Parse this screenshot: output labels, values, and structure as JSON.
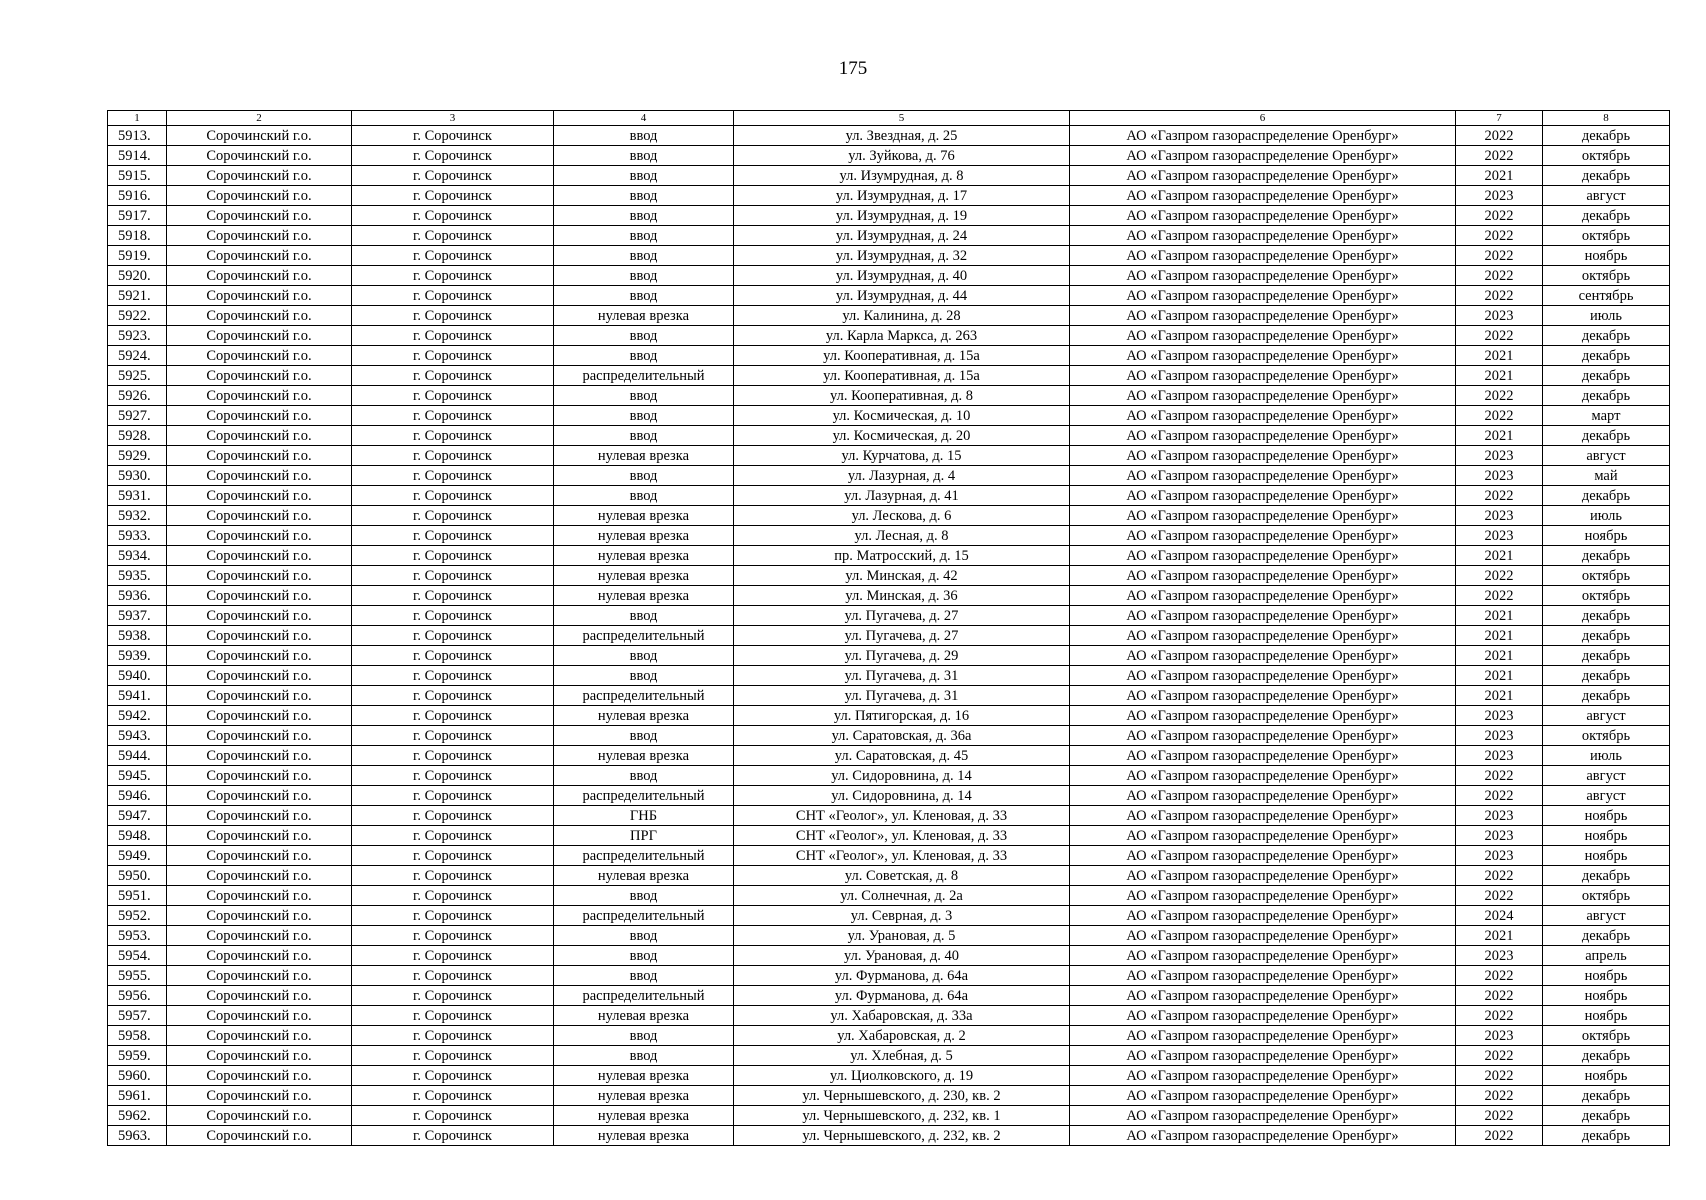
{
  "page_number": "175",
  "column_headers": [
    "1",
    "2",
    "3",
    "4",
    "5",
    "6",
    "7",
    "8"
  ],
  "rows": [
    [
      "5913.",
      "Сорочинский г.о.",
      "г. Сорочинск",
      "ввод",
      "ул. Звездная, д. 25",
      "АО «Газпром газораспределение Оренбург»",
      "2022",
      "декабрь"
    ],
    [
      "5914.",
      "Сорочинский г.о.",
      "г. Сорочинск",
      "ввод",
      "ул. Зуйкова, д. 76",
      "АО «Газпром газораспределение Оренбург»",
      "2022",
      "октябрь"
    ],
    [
      "5915.",
      "Сорочинский г.о.",
      "г. Сорочинск",
      "ввод",
      "ул. Изумрудная, д. 8",
      "АО «Газпром газораспределение Оренбург»",
      "2021",
      "декабрь"
    ],
    [
      "5916.",
      "Сорочинский г.о.",
      "г. Сорочинск",
      "ввод",
      "ул. Изумрудная, д. 17",
      "АО «Газпром газораспределение Оренбург»",
      "2023",
      "август"
    ],
    [
      "5917.",
      "Сорочинский г.о.",
      "г. Сорочинск",
      "ввод",
      "ул. Изумрудная, д. 19",
      "АО «Газпром газораспределение Оренбург»",
      "2022",
      "декабрь"
    ],
    [
      "5918.",
      "Сорочинский г.о.",
      "г. Сорочинск",
      "ввод",
      "ул. Изумрудная, д. 24",
      "АО «Газпром газораспределение Оренбург»",
      "2022",
      "октябрь"
    ],
    [
      "5919.",
      "Сорочинский г.о.",
      "г. Сорочинск",
      "ввод",
      "ул. Изумрудная, д. 32",
      "АО «Газпром газораспределение Оренбург»",
      "2022",
      "ноябрь"
    ],
    [
      "5920.",
      "Сорочинский г.о.",
      "г. Сорочинск",
      "ввод",
      "ул. Изумрудная, д. 40",
      "АО «Газпром газораспределение Оренбург»",
      "2022",
      "октябрь"
    ],
    [
      "5921.",
      "Сорочинский г.о.",
      "г. Сорочинск",
      "ввод",
      "ул. Изумрудная, д. 44",
      "АО «Газпром газораспределение Оренбург»",
      "2022",
      "сентябрь"
    ],
    [
      "5922.",
      "Сорочинский г.о.",
      "г. Сорочинск",
      "нулевая врезка",
      "ул. Калинина, д. 28",
      "АО «Газпром газораспределение Оренбург»",
      "2023",
      "июль"
    ],
    [
      "5923.",
      "Сорочинский г.о.",
      "г. Сорочинск",
      "ввод",
      "ул. Карла Маркса, д. 263",
      "АО «Газпром газораспределение Оренбург»",
      "2022",
      "декабрь"
    ],
    [
      "5924.",
      "Сорочинский г.о.",
      "г. Сорочинск",
      "ввод",
      "ул. Кооперативная, д. 15а",
      "АО «Газпром газораспределение Оренбург»",
      "2021",
      "декабрь"
    ],
    [
      "5925.",
      "Сорочинский г.о.",
      "г. Сорочинск",
      "распределительный",
      "ул. Кооперативная, д. 15а",
      "АО «Газпром газораспределение Оренбург»",
      "2021",
      "декабрь"
    ],
    [
      "5926.",
      "Сорочинский г.о.",
      "г. Сорочинск",
      "ввод",
      "ул. Кооперативная, д. 8",
      "АО «Газпром газораспределение Оренбург»",
      "2022",
      "декабрь"
    ],
    [
      "5927.",
      "Сорочинский г.о.",
      "г. Сорочинск",
      "ввод",
      "ул. Космическая, д. 10",
      "АО «Газпром газораспределение Оренбург»",
      "2022",
      "март"
    ],
    [
      "5928.",
      "Сорочинский г.о.",
      "г. Сорочинск",
      "ввод",
      "ул. Космическая, д. 20",
      "АО «Газпром газораспределение Оренбург»",
      "2021",
      "декабрь"
    ],
    [
      "5929.",
      "Сорочинский г.о.",
      "г. Сорочинск",
      "нулевая врезка",
      "ул. Курчатова, д. 15",
      "АО «Газпром газораспределение Оренбург»",
      "2023",
      "август"
    ],
    [
      "5930.",
      "Сорочинский г.о.",
      "г. Сорочинск",
      "ввод",
      "ул. Лазурная, д. 4",
      "АО «Газпром газораспределение Оренбург»",
      "2023",
      "май"
    ],
    [
      "5931.",
      "Сорочинский г.о.",
      "г. Сорочинск",
      "ввод",
      "ул. Лазурная, д. 41",
      "АО «Газпром газораспределение Оренбург»",
      "2022",
      "декабрь"
    ],
    [
      "5932.",
      "Сорочинский г.о.",
      "г. Сорочинск",
      "нулевая врезка",
      "ул. Лескова, д. 6",
      "АО «Газпром газораспределение Оренбург»",
      "2023",
      "июль"
    ],
    [
      "5933.",
      "Сорочинский г.о.",
      "г. Сорочинск",
      "нулевая врезка",
      "ул. Лесная, д. 8",
      "АО «Газпром газораспределение Оренбург»",
      "2023",
      "ноябрь"
    ],
    [
      "5934.",
      "Сорочинский г.о.",
      "г. Сорочинск",
      "нулевая врезка",
      "пр. Матросский, д. 15",
      "АО «Газпром газораспределение Оренбург»",
      "2021",
      "декабрь"
    ],
    [
      "5935.",
      "Сорочинский г.о.",
      "г. Сорочинск",
      "нулевая врезка",
      "ул. Минская, д. 42",
      "АО «Газпром газораспределение Оренбург»",
      "2022",
      "октябрь"
    ],
    [
      "5936.",
      "Сорочинский г.о.",
      "г. Сорочинск",
      "нулевая врезка",
      "ул. Минская, д. 36",
      "АО «Газпром газораспределение Оренбург»",
      "2022",
      "октябрь"
    ],
    [
      "5937.",
      "Сорочинский г.о.",
      "г. Сорочинск",
      "ввод",
      "ул. Пугачева, д. 27",
      "АО «Газпром газораспределение Оренбург»",
      "2021",
      "декабрь"
    ],
    [
      "5938.",
      "Сорочинский г.о.",
      "г. Сорочинск",
      "распределительный",
      "ул. Пугачева, д. 27",
      "АО «Газпром газораспределение Оренбург»",
      "2021",
      "декабрь"
    ],
    [
      "5939.",
      "Сорочинский г.о.",
      "г. Сорочинск",
      "ввод",
      "ул. Пугачева, д. 29",
      "АО «Газпром газораспределение Оренбург»",
      "2021",
      "декабрь"
    ],
    [
      "5940.",
      "Сорочинский г.о.",
      "г. Сорочинск",
      "ввод",
      "ул. Пугачева, д. 31",
      "АО «Газпром газораспределение Оренбург»",
      "2021",
      "декабрь"
    ],
    [
      "5941.",
      "Сорочинский г.о.",
      "г. Сорочинск",
      "распределительный",
      "ул. Пугачева, д. 31",
      "АО «Газпром газораспределение Оренбург»",
      "2021",
      "декабрь"
    ],
    [
      "5942.",
      "Сорочинский г.о.",
      "г. Сорочинск",
      "нулевая врезка",
      "ул. Пятигорская, д. 16",
      "АО «Газпром газораспределение Оренбург»",
      "2023",
      "август"
    ],
    [
      "5943.",
      "Сорочинский г.о.",
      "г. Сорочинск",
      "ввод",
      "ул. Саратовская, д. 36а",
      "АО «Газпром газораспределение Оренбург»",
      "2023",
      "октябрь"
    ],
    [
      "5944.",
      "Сорочинский г.о.",
      "г. Сорочинск",
      "нулевая врезка",
      "ул. Саратовская, д. 45",
      "АО «Газпром газораспределение Оренбург»",
      "2023",
      "июль"
    ],
    [
      "5945.",
      "Сорочинский г.о.",
      "г. Сорочинск",
      "ввод",
      "ул. Сидоровнина, д. 14",
      "АО «Газпром газораспределение Оренбург»",
      "2022",
      "август"
    ],
    [
      "5946.",
      "Сорочинский г.о.",
      "г. Сорочинск",
      "распределительный",
      "ул. Сидоровнина, д. 14",
      "АО «Газпром газораспределение Оренбург»",
      "2022",
      "август"
    ],
    [
      "5947.",
      "Сорочинский г.о.",
      "г. Сорочинск",
      "ГНБ",
      "СНТ «Геолог», ул. Кленовая, д. 33",
      "АО «Газпром газораспределение Оренбург»",
      "2023",
      "ноябрь"
    ],
    [
      "5948.",
      "Сорочинский г.о.",
      "г. Сорочинск",
      "ПРГ",
      "СНТ «Геолог», ул. Кленовая, д. 33",
      "АО «Газпром газораспределение Оренбург»",
      "2023",
      "ноябрь"
    ],
    [
      "5949.",
      "Сорочинский г.о.",
      "г. Сорочинск",
      "распределительный",
      "СНТ «Геолог», ул. Кленовая, д. 33",
      "АО «Газпром газораспределение Оренбург»",
      "2023",
      "ноябрь"
    ],
    [
      "5950.",
      "Сорочинский г.о.",
      "г. Сорочинск",
      "нулевая врезка",
      "ул. Советская, д. 8",
      "АО «Газпром газораспределение Оренбург»",
      "2022",
      "декабрь"
    ],
    [
      "5951.",
      "Сорочинский г.о.",
      "г. Сорочинск",
      "ввод",
      "ул. Солнечная, д. 2а",
      "АО «Газпром газораспределение Оренбург»",
      "2022",
      "октябрь"
    ],
    [
      "5952.",
      "Сорочинский г.о.",
      "г. Сорочинск",
      "распределительный",
      "ул. Севрная, д. 3",
      "АО «Газпром газораспределение Оренбург»",
      "2024",
      "август"
    ],
    [
      "5953.",
      "Сорочинский г.о.",
      "г. Сорочинск",
      "ввод",
      "ул. Урановая, д. 5",
      "АО «Газпром газораспределение Оренбург»",
      "2021",
      "декабрь"
    ],
    [
      "5954.",
      "Сорочинский г.о.",
      "г. Сорочинск",
      "ввод",
      "ул. Урановая, д. 40",
      "АО «Газпром газораспределение Оренбург»",
      "2023",
      "апрель"
    ],
    [
      "5955.",
      "Сорочинский г.о.",
      "г. Сорочинск",
      "ввод",
      "ул. Фурманова, д. 64а",
      "АО «Газпром газораспределение Оренбург»",
      "2022",
      "ноябрь"
    ],
    [
      "5956.",
      "Сорочинский г.о.",
      "г. Сорочинск",
      "распределительный",
      "ул. Фурманова, д. 64а",
      "АО «Газпром газораспределение Оренбург»",
      "2022",
      "ноябрь"
    ],
    [
      "5957.",
      "Сорочинский г.о.",
      "г. Сорочинск",
      "нулевая врезка",
      "ул. Хабаровская, д. 33а",
      "АО «Газпром газораспределение Оренбург»",
      "2022",
      "ноябрь"
    ],
    [
      "5958.",
      "Сорочинский г.о.",
      "г. Сорочинск",
      "ввод",
      "ул. Хабаровская, д. 2",
      "АО «Газпром газораспределение Оренбург»",
      "2023",
      "октябрь"
    ],
    [
      "5959.",
      "Сорочинский г.о.",
      "г. Сорочинск",
      "ввод",
      "ул. Хлебная, д. 5",
      "АО «Газпром газораспределение Оренбург»",
      "2022",
      "декабрь"
    ],
    [
      "5960.",
      "Сорочинский г.о.",
      "г. Сорочинск",
      "нулевая врезка",
      "ул. Циолковского, д. 19",
      "АО «Газпром газораспределение Оренбург»",
      "2022",
      "ноябрь"
    ],
    [
      "5961.",
      "Сорочинский г.о.",
      "г. Сорочинск",
      "нулевая врезка",
      "ул. Чернышевского, д. 230, кв. 2",
      "АО «Газпром газораспределение Оренбург»",
      "2022",
      "декабрь"
    ],
    [
      "5962.",
      "Сорочинский г.о.",
      "г. Сорочинск",
      "нулевая врезка",
      "ул. Чернышевского, д. 232, кв. 1",
      "АО «Газпром газораспределение Оренбург»",
      "2022",
      "декабрь"
    ],
    [
      "5963.",
      "Сорочинский г.о.",
      "г. Сорочинск",
      "нулевая врезка",
      "ул. Чернышевского, д. 232, кв. 2",
      "АО «Газпром газораспределение Оренбург»",
      "2022",
      "декабрь"
    ]
  ]
}
